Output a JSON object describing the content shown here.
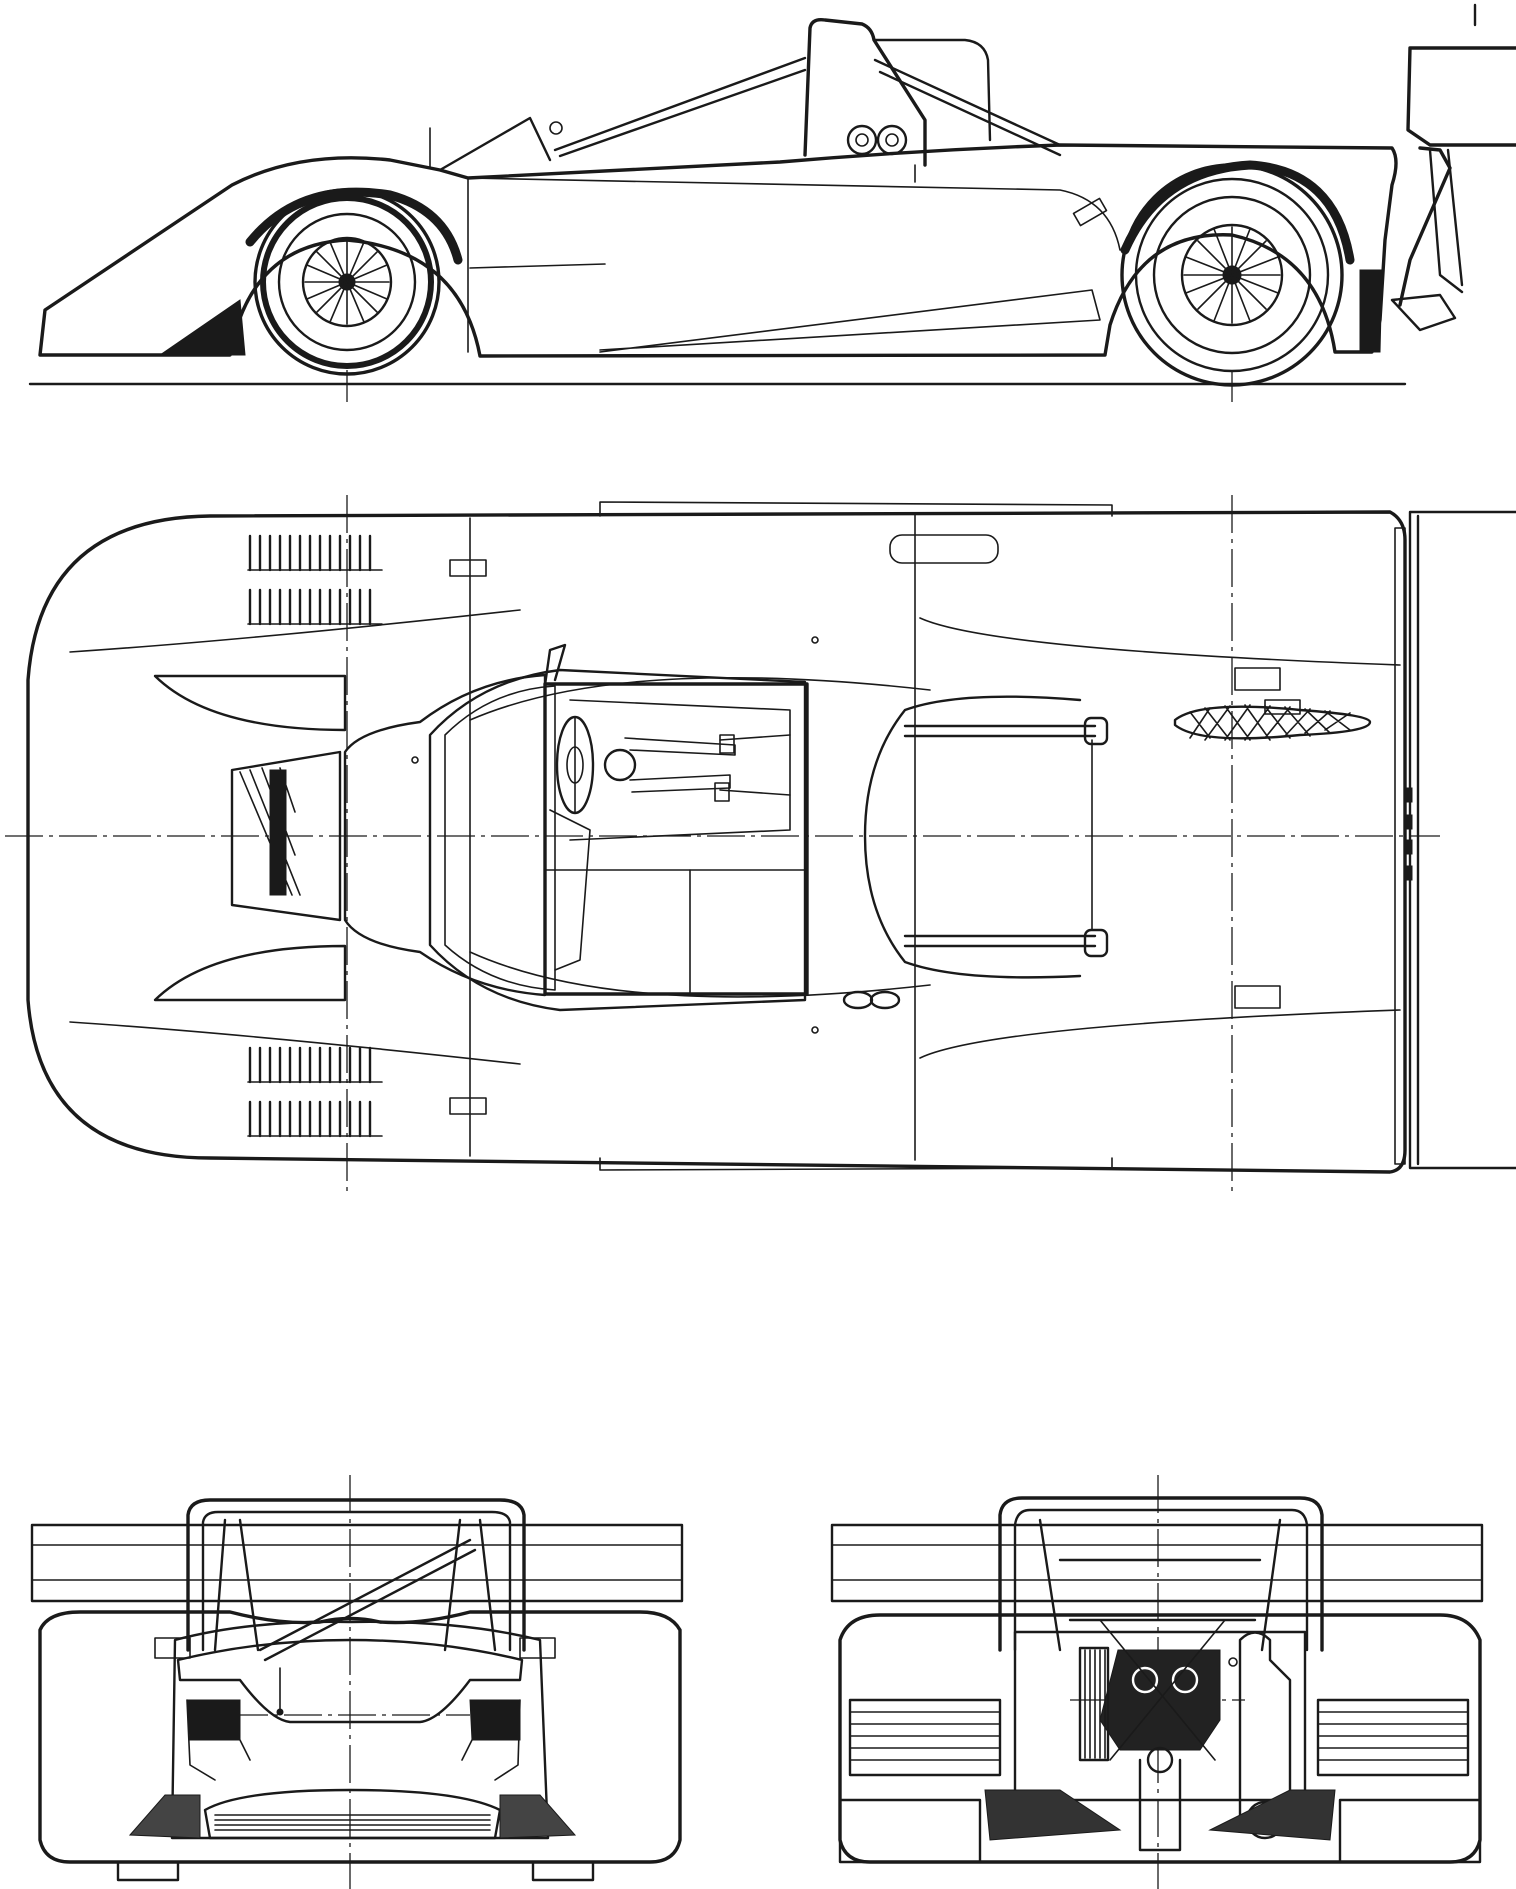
{
  "drawing": {
    "views": [
      {
        "id": "side",
        "name": "side-elevation"
      },
      {
        "id": "top",
        "name": "plan-view"
      },
      {
        "id": "front",
        "name": "front-elevation"
      },
      {
        "id": "rear",
        "name": "rear-elevation"
      }
    ],
    "line_color": "#1a1a1a",
    "background": "#ffffff"
  }
}
